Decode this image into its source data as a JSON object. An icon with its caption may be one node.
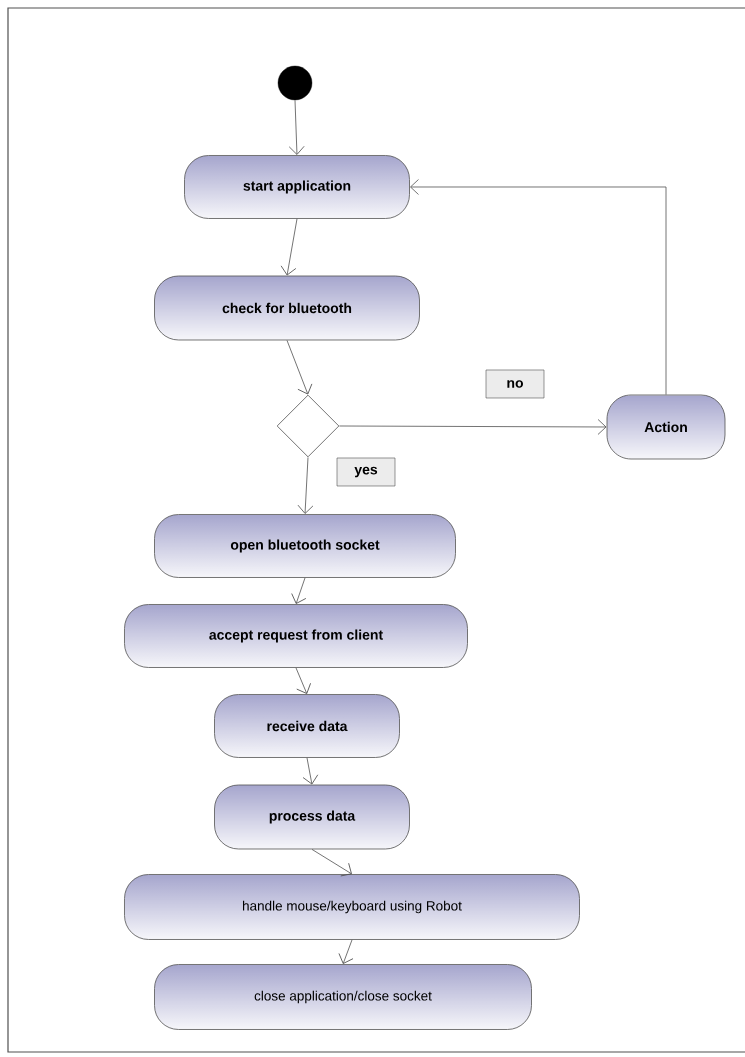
{
  "diagram": {
    "nodes": [
      {
        "text": [],
        "shape": "circle"
      },
      {
        "text": [
          "start application"
        ]
      },
      {
        "text": [
          "check for bluetooth"
        ]
      },
      {
        "text": [],
        "shape": "diamond"
      },
      {
        "text": [
          "Action"
        ]
      },
      {
        "text": [
          "open bluetooth socket"
        ]
      },
      {
        "text": [
          "accept request from client"
        ]
      },
      {
        "text": [
          "receive data"
        ]
      },
      {
        "text": [
          "process data"
        ]
      },
      {
        "text": [
          "handle mouse/keyboard using Robot"
        ]
      },
      {
        "text": [
          "close application/close socket"
        ]
      }
    ],
    "edges": [
      {
        "from": 0,
        "to": 1,
        "arrow": "to"
      },
      {
        "from": 1,
        "to": 2,
        "arrow": "to"
      },
      {
        "from": 2,
        "to": 3,
        "arrow": "to"
      },
      {
        "from": 3,
        "to": 4,
        "arrow": "to",
        "label": "no"
      },
      {
        "from": 4,
        "to": 1,
        "arrow": "to"
      },
      {
        "from": 3,
        "to": 5,
        "arrow": "to",
        "label": "yes"
      },
      {
        "from": 5,
        "to": 6,
        "arrow": "to"
      },
      {
        "from": 6,
        "to": 7,
        "arrow": "to"
      },
      {
        "from": 7,
        "to": 8,
        "arrow": "to"
      },
      {
        "from": 8,
        "to": 9,
        "arrow": "to"
      },
      {
        "from": 9,
        "to": 10,
        "arrow": "to"
      }
    ]
  }
}
